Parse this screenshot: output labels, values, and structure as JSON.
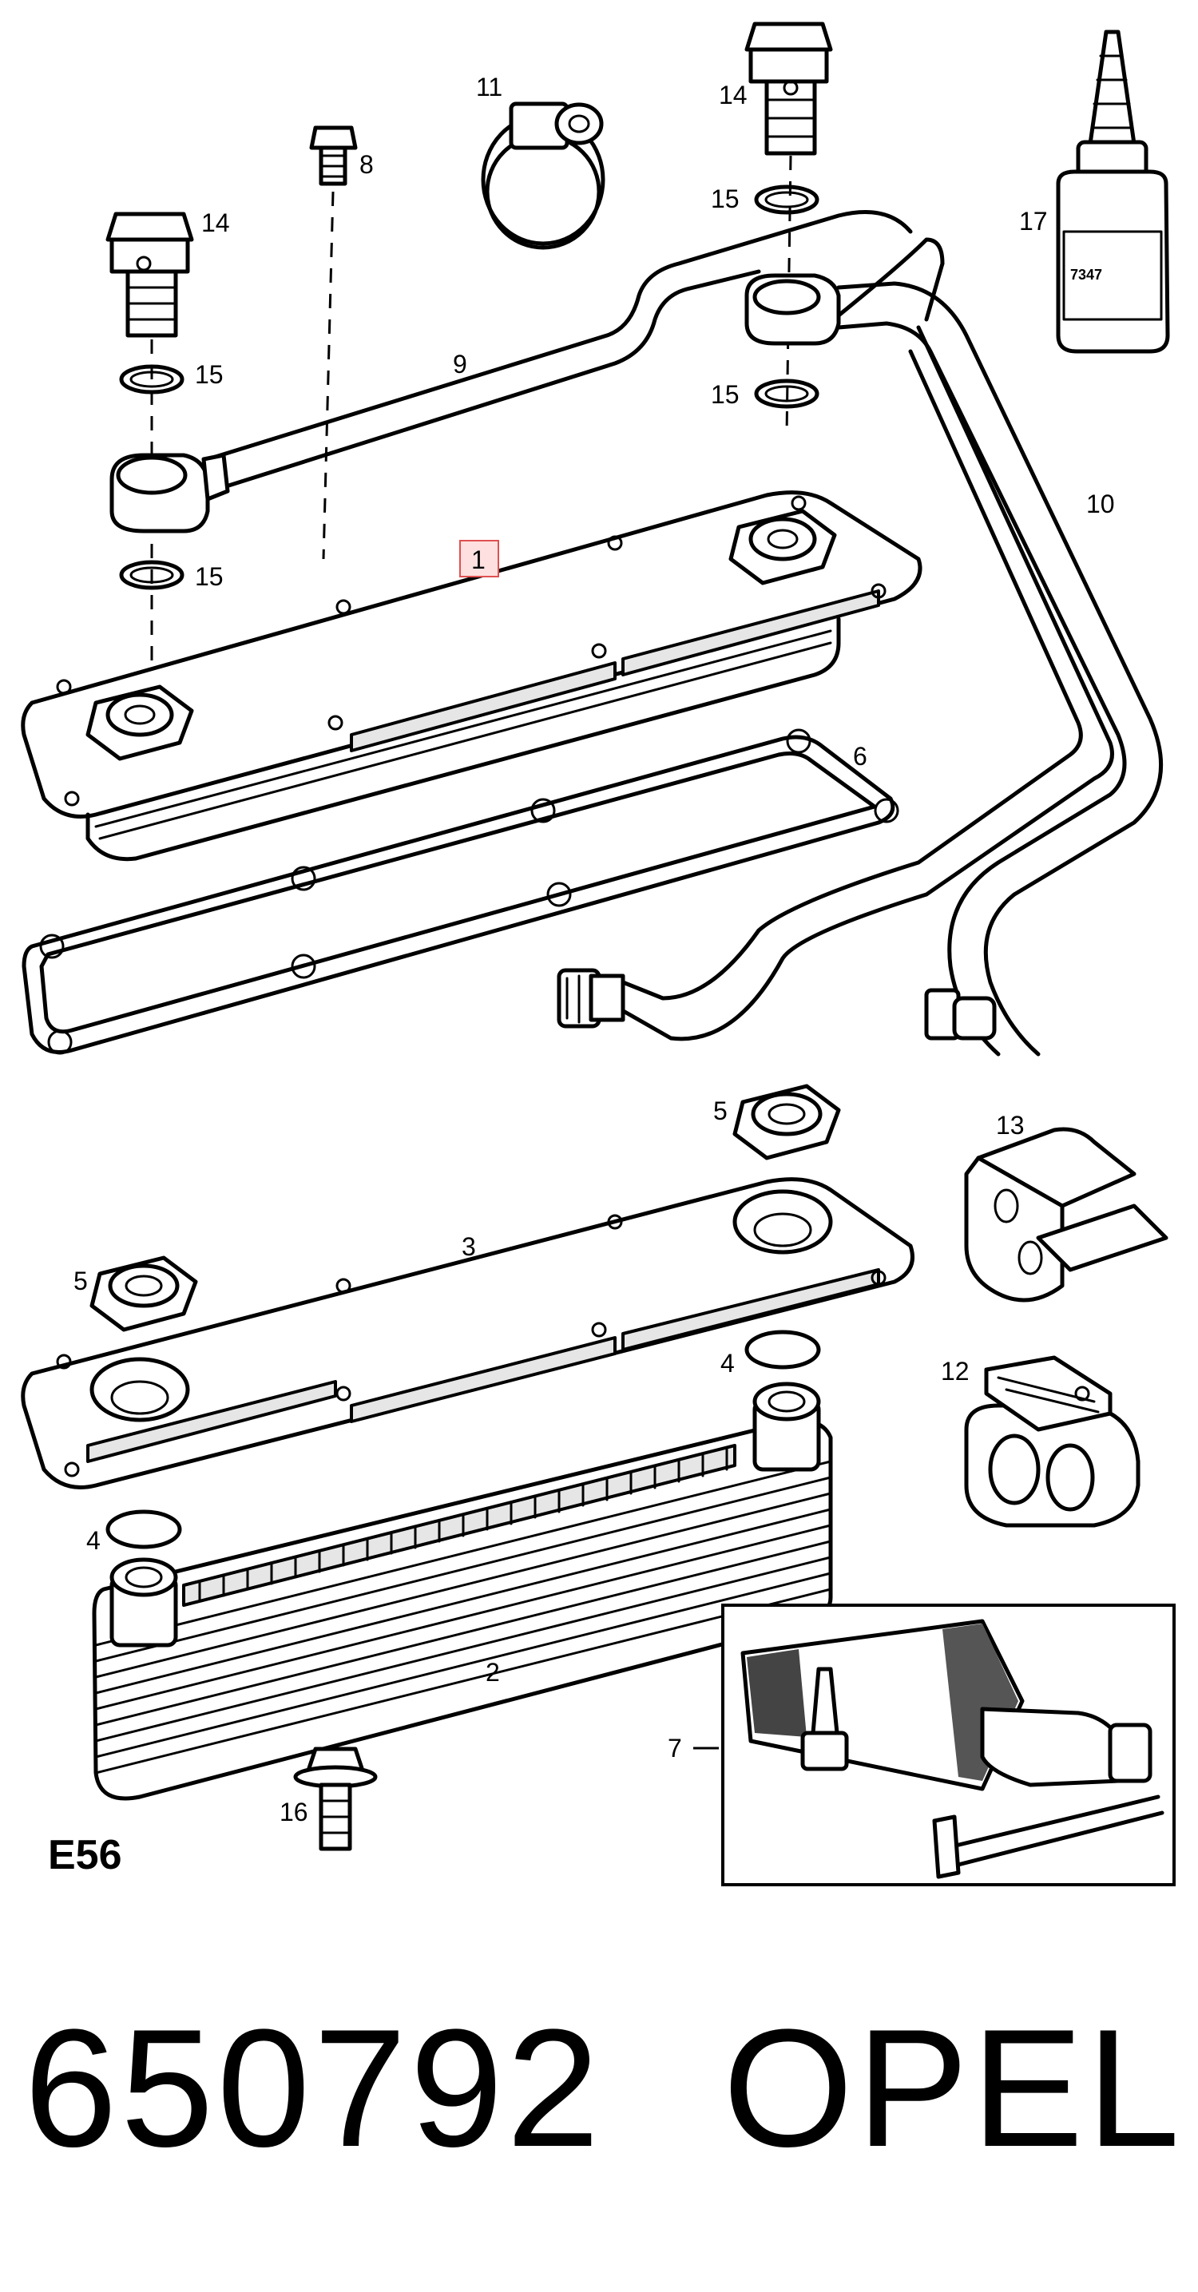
{
  "diagram": {
    "sheet_code": "E56",
    "highlight_color": "#e05050",
    "callouts": [
      {
        "id": "c1",
        "label": "1"
      },
      {
        "id": "c2",
        "label": "2"
      },
      {
        "id": "c3",
        "label": "3"
      },
      {
        "id": "c4a",
        "label": "4"
      },
      {
        "id": "c4b",
        "label": "4"
      },
      {
        "id": "c5a",
        "label": "5"
      },
      {
        "id": "c5b",
        "label": "5"
      },
      {
        "id": "c6",
        "label": "6"
      },
      {
        "id": "c7",
        "label": "7"
      },
      {
        "id": "c8",
        "label": "8"
      },
      {
        "id": "c9",
        "label": "9"
      },
      {
        "id": "c10",
        "label": "10"
      },
      {
        "id": "c11",
        "label": "11"
      },
      {
        "id": "c12",
        "label": "12"
      },
      {
        "id": "c13",
        "label": "13"
      },
      {
        "id": "c14a",
        "label": "14"
      },
      {
        "id": "c14b",
        "label": "14"
      },
      {
        "id": "c15a",
        "label": "15"
      },
      {
        "id": "c15b",
        "label": "15"
      },
      {
        "id": "c15c",
        "label": "15"
      },
      {
        "id": "c15d",
        "label": "15"
      },
      {
        "id": "c16",
        "label": "16"
      },
      {
        "id": "c17",
        "label": "17"
      }
    ],
    "bottle_label_text": "7347"
  },
  "footer": {
    "part_number": "650792",
    "brand": "OPEL"
  }
}
